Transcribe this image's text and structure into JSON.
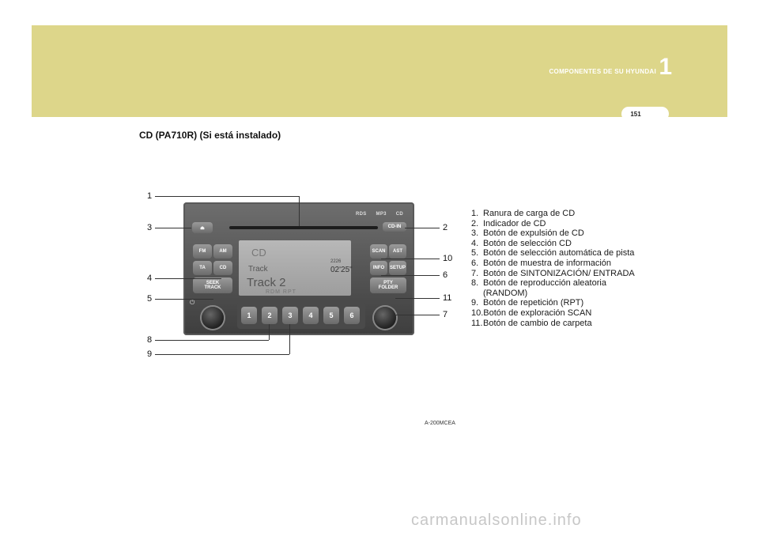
{
  "header": {
    "chapter_title": "COMPONENTES DE SU HYUNDAI",
    "chapter_number": "1",
    "page_number": "151"
  },
  "section_title": "CD (PA710R) (Si está instalado)",
  "figure": {
    "code": "A-200MCEA",
    "callouts_left": [
      "1",
      "3",
      "4",
      "5",
      "8",
      "9"
    ],
    "callouts_right": [
      "2",
      "10",
      "6",
      "11",
      "7"
    ],
    "panel": {
      "badges": [
        "RDS",
        "MP3",
        "CD"
      ],
      "cd_in_label": "CD-IN",
      "buttons": {
        "fm": "FM",
        "am": "AM",
        "ta": "TA",
        "cd": "CD",
        "seek": "SEEK",
        "track": "TRACK",
        "scan": "SCAN",
        "ast": "AST",
        "info": "INFO",
        "setup": "SETUP",
        "pty": "PTY",
        "folder": "FOLDER"
      },
      "presets": [
        "1",
        "2",
        "3",
        "4",
        "5",
        "6"
      ],
      "display": {
        "source": "CD",
        "track_label": "Track",
        "track_name": "Track 2",
        "mode_line": "RDM   RPT",
        "time": "02'25\"",
        "tiny_info": "2226"
      }
    }
  },
  "legend": [
    {
      "num": "1.",
      "text": "Ranura de carga de CD"
    },
    {
      "num": "2.",
      "text": "Indicador de CD"
    },
    {
      "num": "3.",
      "text": "Botón de expulsión de CD"
    },
    {
      "num": "4.",
      "text": "Botón de selección CD"
    },
    {
      "num": "5.",
      "text": "Botón de selección automática de pista"
    },
    {
      "num": "6.",
      "text": "Botón de muestra de información"
    },
    {
      "num": "7.",
      "text": "Botón de SINTONIZACIÓN/ ENTRADA"
    },
    {
      "num": "8.",
      "text": "Botón de reproducción aleatoria (RANDOM)"
    },
    {
      "num": "9.",
      "text": "Botón de repetición (RPT)"
    },
    {
      "num": "10.",
      "text": "Botón de exploración SCAN"
    },
    {
      "num": "11.",
      "text": "Botón de cambio de carpeta"
    }
  ],
  "watermark": "carmanualsonline.info",
  "colors": {
    "header_band": "#ddd68a",
    "panel": "#4e4e4e",
    "display": "#b0b0b0"
  }
}
